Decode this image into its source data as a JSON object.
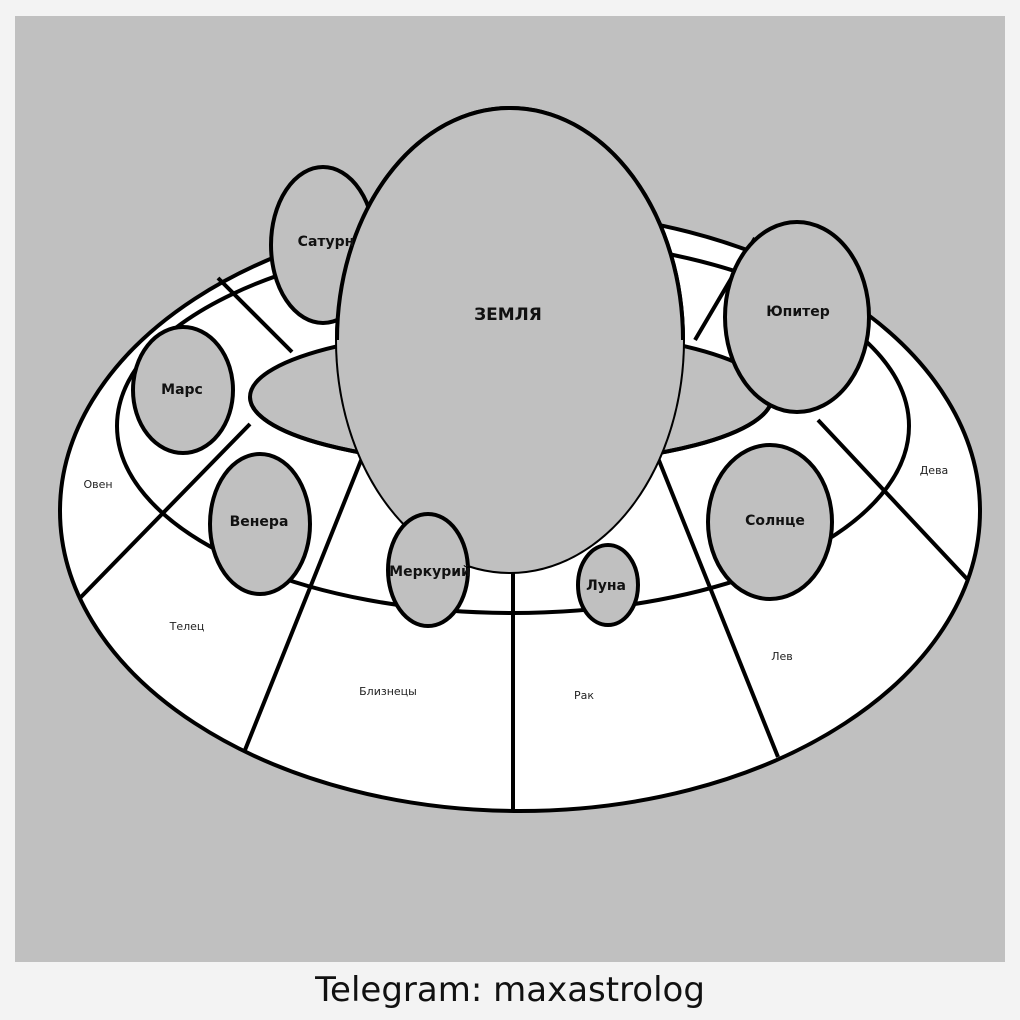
{
  "diagram": {
    "center": "ЗЕМЛЯ",
    "planets": [
      "Сатурн",
      "Марс",
      "Венера",
      "Меркурий",
      "Луна",
      "Солнце",
      "Юпитер"
    ],
    "signs": [
      "Овен",
      "Телец",
      "Близнецы",
      "Рак",
      "Лев",
      "Дева"
    ]
  },
  "footer": "Telegram: maxastrolog",
  "colors": {
    "background": "#c0c0c0",
    "planet_fill": "#c0c0c0",
    "ring_fill": "#ffffff",
    "stroke": "#000000"
  }
}
